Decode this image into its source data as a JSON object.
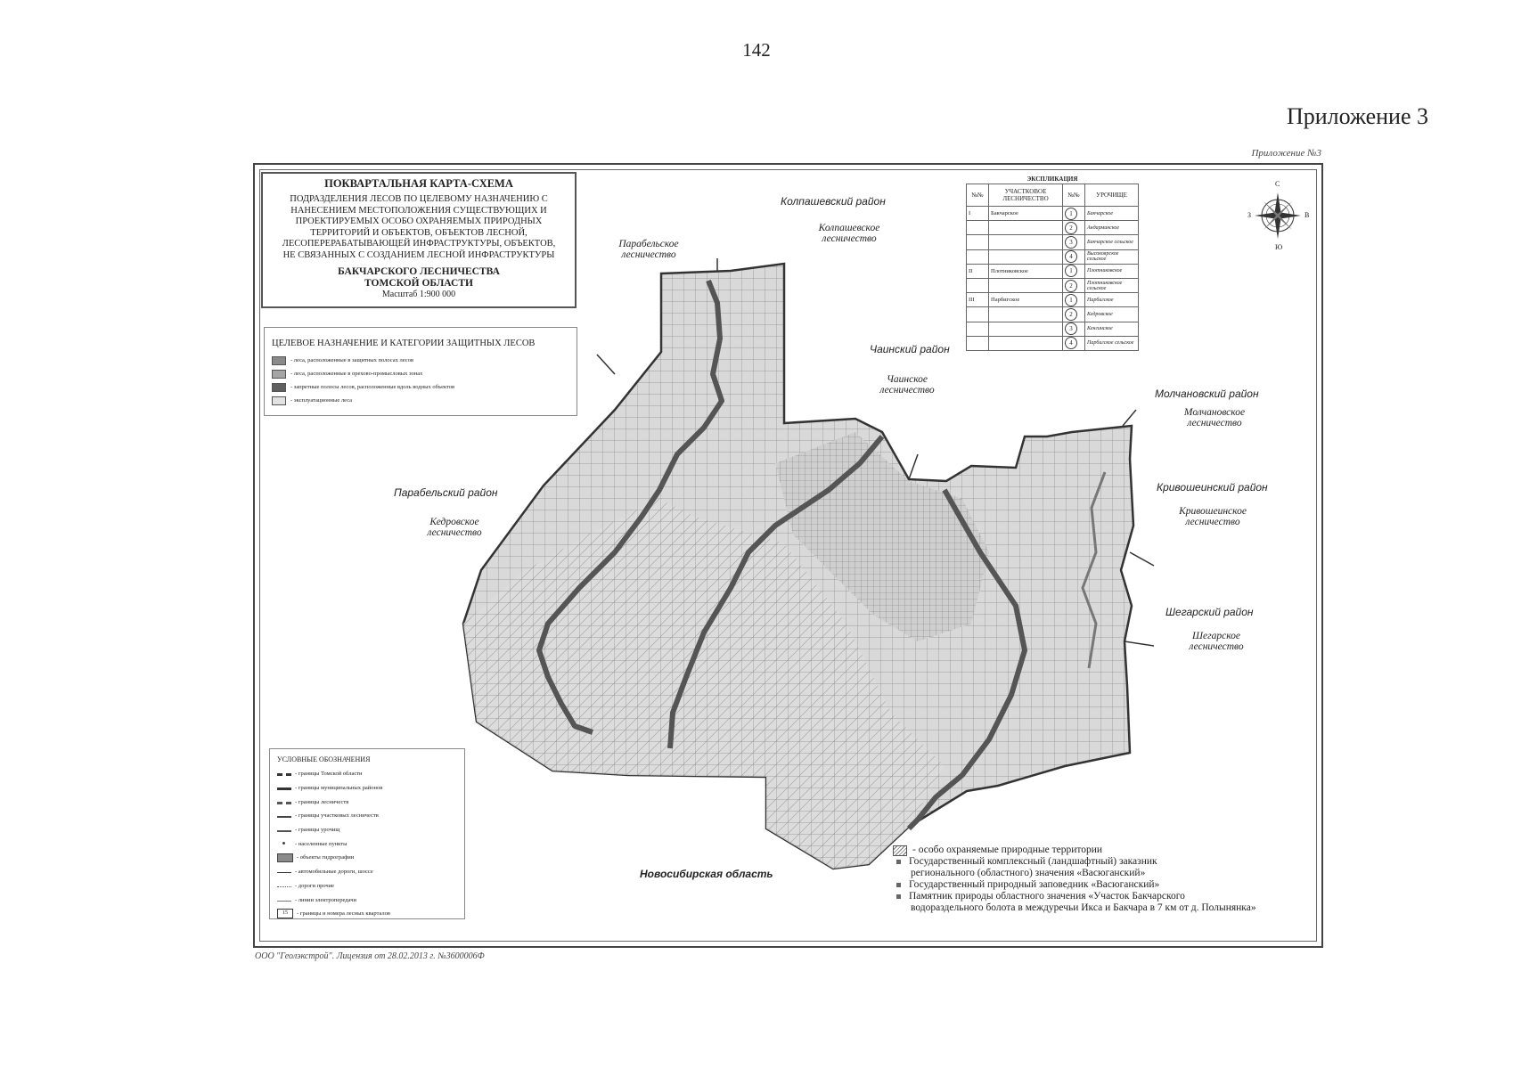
{
  "page_number": "142",
  "appendix_title": "Приложение 3",
  "map_note": "Приложение №3",
  "license": "ООО \"Геолэкстрой\". Лицензия от 28.02.2013 г. №3600006Ф",
  "title_box": {
    "heading": "ПОКВАРТАЛЬНАЯ КАРТА-СХЕМА",
    "description": "ПОДРАЗДЕЛЕНИЯ ЛЕСОВ ПО ЦЕЛЕВОМУ НАЗНАЧЕНИЮ С НАНЕСЕНИЕМ МЕСТОПОЛОЖЕНИЯ СУЩЕСТВУЮЩИХ И ПРОЕКТИРУЕМЫХ ОСОБО ОХРАНЯЕМЫХ ПРИРОДНЫХ ТЕРРИТОРИЙ И ОБЪЕКТОВ, ОБЪЕКТОВ ЛЕСНОЙ, ЛЕСОПЕРЕРАБАТЫВАЮЩЕЙ ИНФРАСТРУКТУРЫ, ОБЪЕКТОВ, НЕ СВЯЗАННЫХ С СОЗДАНИЕМ ЛЕСНОЙ ИНФРАСТРУКТУРЫ",
    "forestry_line1": "БАКЧАРСКОГО ЛЕСНИЧЕСТВА",
    "forestry_line2": "ТОМСКОЙ ОБЛАСТИ",
    "scale": "Масштаб 1:900 000"
  },
  "categories": {
    "title": "ЦЕЛЕВОЕ НАЗНАЧЕНИЕ И КАТЕГОРИИ ЗАЩИТНЫХ ЛЕСОВ",
    "items": [
      {
        "label": "- леса, расположенные в защитных полосах лесов",
        "color": "#8a8a8a"
      },
      {
        "label": "- леса, расположенные в орехово-промысловых зонах",
        "color": "#a5a5a5"
      },
      {
        "label": "- запретные полосы лесов, расположенные вдоль водных объектов",
        "color": "#5f5f5f"
      },
      {
        "label": "- эксплуатационные леса",
        "color": "#e2e2e2"
      }
    ]
  },
  "legend": {
    "title": "УСЛОВНЫЕ ОБОЗНАЧЕНИЯ",
    "items": [
      {
        "label": "- границы Томской области",
        "symbol": "thick-dash"
      },
      {
        "label": "- границы муниципальных районов",
        "symbol": "thick"
      },
      {
        "label": "- границы лесничеств",
        "symbol": "thick-dash"
      },
      {
        "label": "- границы участковых лесничеств",
        "symbol": "medium"
      },
      {
        "label": "- границы урочищ",
        "symbol": "medium"
      },
      {
        "label": "- населенные пункты",
        "symbol": "dot"
      },
      {
        "label": "- объекты гидрографии",
        "symbol": "fill"
      },
      {
        "label": "- автомобильные дороги, шоссе",
        "symbol": "thin"
      },
      {
        "label": "- дороги прочие",
        "symbol": "hair"
      },
      {
        "label": "- линии электропередачи",
        "symbol": "hair"
      },
      {
        "label": "- границы и номера лесных кварталов",
        "symbol": "box",
        "box_label": "15"
      }
    ]
  },
  "explication": {
    "title": "ЭКСПЛИКАЦИЯ",
    "headers": [
      "№№",
      "УЧАСТКОВОЕ ЛЕСНИЧЕСТВО",
      "№№",
      "УРОЧИЩЕ"
    ],
    "rows": [
      {
        "num": "I",
        "forestry": "Бакчарское",
        "idx": "1",
        "tract": "Бакчарское"
      },
      {
        "num": "",
        "forestry": "",
        "idx": "2",
        "tract": "Андарминское"
      },
      {
        "num": "",
        "forestry": "",
        "idx": "3",
        "tract": "Бакчарское сельское"
      },
      {
        "num": "",
        "forestry": "",
        "idx": "4",
        "tract": "Высокоярское сельское"
      },
      {
        "num": "II",
        "forestry": "Плотниковское",
        "idx": "1",
        "tract": "Плотниковское"
      },
      {
        "num": "",
        "forestry": "",
        "idx": "2",
        "tract": "Плотниковское сельское"
      },
      {
        "num": "III",
        "forestry": "Парбигское",
        "idx": "1",
        "tract": "Парбигское"
      },
      {
        "num": "",
        "forestry": "",
        "idx": "2",
        "tract": "Кедровское"
      },
      {
        "num": "",
        "forestry": "",
        "idx": "3",
        "tract": "Кенгинское"
      },
      {
        "num": "",
        "forestry": "",
        "idx": "4",
        "tract": "Парбигское сельское"
      }
    ]
  },
  "compass": {
    "n": "С",
    "s": "Ю",
    "w": "З",
    "e": "В"
  },
  "map_labels": {
    "kolpashevo_district": "Колпашевский район",
    "kolpashevo_forestry": "Колпашевское лесничество",
    "parabel_forestry": "Парабельское лесничество",
    "chainsk_district": "Чаинский район",
    "chainsk_forestry": "Чаинское лесничество",
    "molchanovo_district": "Молчановский район",
    "molchanovo_forestry": "Молчановское лесничество",
    "parabel_district": "Парабельский район",
    "kedrovoe_forestry": "Кедровское лесничество",
    "krivosheino_district": "Кривошеинский район",
    "krivosheino_forestry": "Кривошеинское лесничество",
    "shegarsky_district": "Шегарский район",
    "shegarsky_forestry": "Шегарское лесничество",
    "novosibirsk_region": "Новосибирская область"
  },
  "oopt": {
    "header": "- особо охраняемые природные территории",
    "items": [
      {
        "line1": "Государственный комплексный (ландшафтный) заказник",
        "line2": "регионального (областного) значения «Васюганский»"
      },
      {
        "line1": "Государственный природный заповедник «Васюганский»",
        "line2": ""
      },
      {
        "line1": "Памятник природы областного значения «Участок Бакчарского",
        "line2": "водораздельного болота в междуречьи Икса и Бакчара в 7 км от д. Полынянка»"
      }
    ]
  }
}
